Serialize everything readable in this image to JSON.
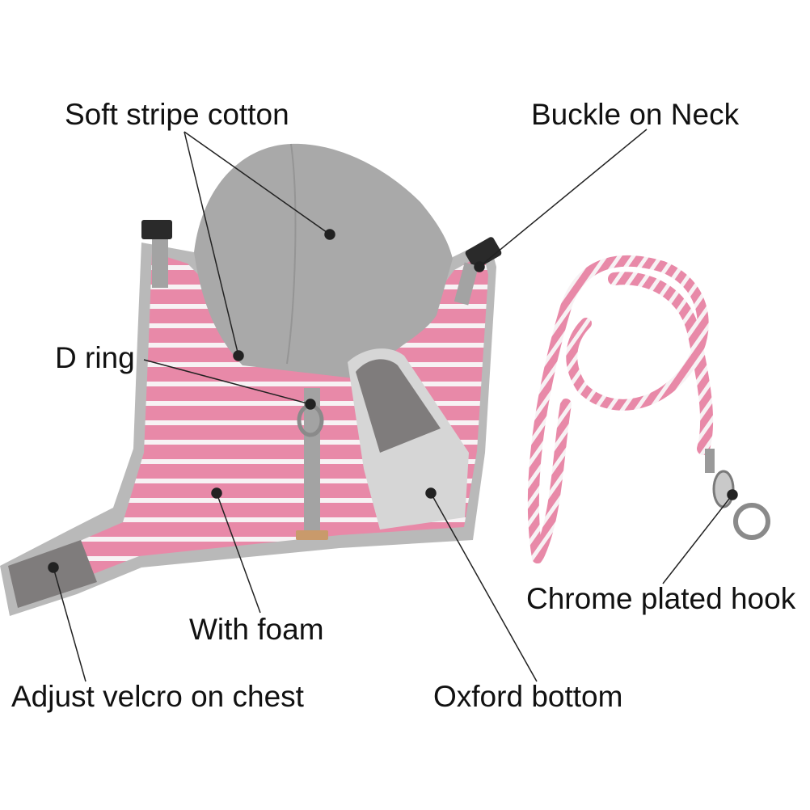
{
  "image": {
    "description_labels": {
      "soft_stripe_cotton": "Soft stripe cotton",
      "buckle_on_neck": "Buckle on Neck",
      "d_ring": "D ring",
      "with_foam": "With foam",
      "adjust_velcro": "Adjust velcro on chest",
      "oxford_bottom": "Oxford bottom",
      "chrome_hook": "Chrome plated hook"
    }
  },
  "colors": {
    "stripe_pink": "#e889a8",
    "stripe_white": "#f7f2f4",
    "trim_gray": "#b9b9b9",
    "hood_gray": "#a9a9a9",
    "velcro_gray": "#7f7c7c",
    "oxford_gray": "#d6d6d6",
    "buckle_black": "#2a2a2a",
    "leader_line": "#222222"
  }
}
